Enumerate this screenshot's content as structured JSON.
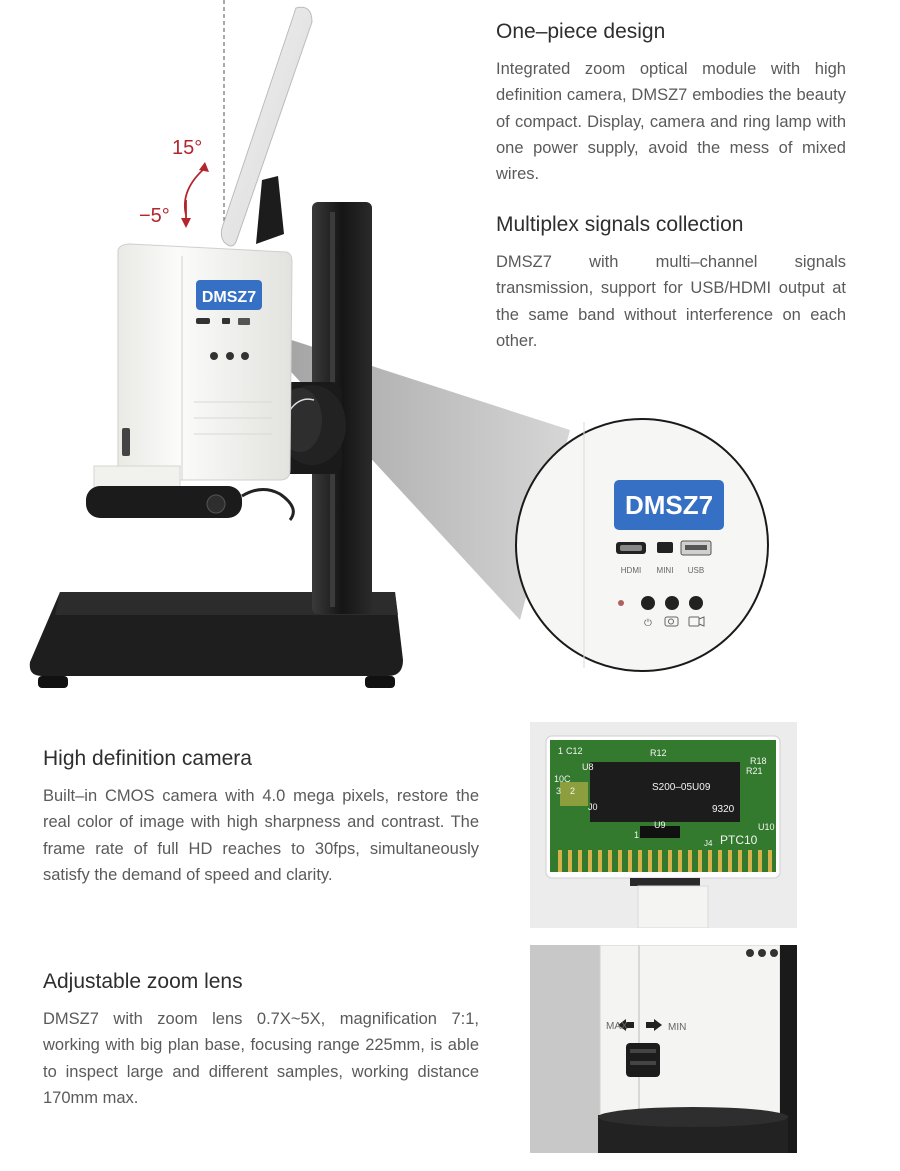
{
  "sections": [
    {
      "heading": "One–piece design",
      "body": "Integrated zoom optical module with high definition camera, DMSZ7 embodies the beauty of compact. Display, camera and ring lamp with one power supply, avoid the mess of mixed wires."
    },
    {
      "heading": "Multiplex signals collection",
      "body": "DMSZ7 with multi–channel signals transmission, support for USB/HDMI output at the same band without interference on each other."
    },
    {
      "heading": "High definition camera",
      "body": "Built–in CMOS camera with 4.0 mega pixels,  restore the real color of image with high sharpness and contrast. The frame rate of full HD reaches to 30fps, simultaneously satisfy the demand of speed and clarity."
    },
    {
      "heading": "Adjustable zoom lens",
      "body": "DMSZ7 with zoom lens 0.7X~5X, magnification 7:1, working with big plan base, focusing range 225mm, is able to inspect large and different samples, working distance 170mm max."
    }
  ],
  "angles": {
    "up": "15°",
    "down": "−5°"
  },
  "device": {
    "logo": "DMSZ7",
    "ports": [
      "HDMI",
      "MINI",
      "USB"
    ]
  },
  "screen": {
    "labels": [
      "C12",
      "R12",
      "U8",
      "R18",
      "R21",
      "10C",
      "S200–05U09",
      "9320",
      "U9",
      "U10",
      "J4",
      "PTC10",
      "1",
      "1",
      "3",
      "2",
      "J0"
    ]
  },
  "zoom": {
    "min": "MIN",
    "max": "MAX"
  },
  "colors": {
    "accent": "#b3262d",
    "logo_blue": "#3670c4",
    "base_black": "#1e1e1e"
  }
}
